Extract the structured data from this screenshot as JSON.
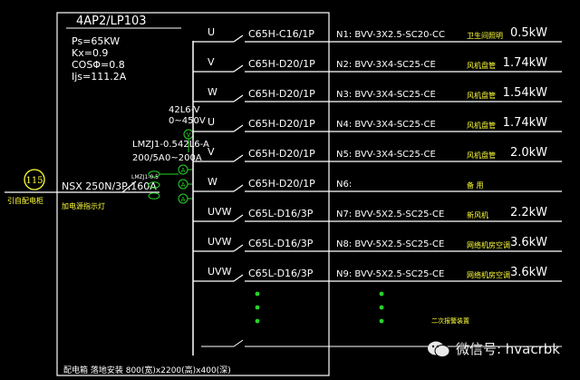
{
  "panel": {
    "id": "4AP2/LP103",
    "params": [
      "Ps=65KW",
      "Kx=0.9",
      "COSΦ=0.8",
      "Ijs=111.2A"
    ],
    "incoming_number": "115",
    "incoming_label": "引自配电柜",
    "main_breaker": "NSX 250N/3P,160A",
    "main_breaker_note": "加电源指示灯",
    "voltmeter": [
      "42L6-V",
      "0~450V"
    ],
    "ammeter": [
      "LMZJ1-0.5",
      "42L6-A",
      "200/5A",
      "0~200A"
    ],
    "ct_label": "LMZJ1-0.5",
    "cabinet_size": "配电箱  落地安装 800(宽)x2200(高)x400(深)",
    "meter_symbols": {
      "v": "V",
      "a": "A"
    }
  },
  "circuits": [
    {
      "phase": "U",
      "breaker": "C65H-C16/1P",
      "cable": "N1: BVV-3X2.5-SC20-CC",
      "load": "卫生间照明",
      "power": "0.5kW"
    },
    {
      "phase": "V",
      "breaker": "C65H-D20/1P",
      "cable": "N2: BVV-3X4-SC25-CE",
      "load": "风机盘管",
      "power": "1.74kW"
    },
    {
      "phase": "W",
      "breaker": "C65H-D20/1P",
      "cable": "N3: BVV-3X4-SC25-CE",
      "load": "风机盘管",
      "power": "1.54kW"
    },
    {
      "phase": "U",
      "breaker": "C65H-D20/1P",
      "cable": "N4: BVV-3X4-SC25-CE",
      "load": "风机盘管",
      "power": "1.74kW"
    },
    {
      "phase": "V",
      "breaker": "C65H-D20/1P",
      "cable": "N5: BVV-3X4-SC25-CE",
      "load": "风机盘管",
      "power": "2.0kW"
    },
    {
      "phase": "W",
      "breaker": "C65H-D20/1P",
      "cable": "N6:",
      "load": "备  用",
      "power": ""
    },
    {
      "phase": "UVW",
      "breaker": "C65L-D16/3P",
      "cable": "N7: BVV-5X2.5-SC25-CE",
      "load": "新风机",
      "power": "2.2kW"
    },
    {
      "phase": "UVW",
      "breaker": "C65L-D16/3P",
      "cable": "N8: BVV-5X2.5-SC25-CE",
      "load": "网络机房空调",
      "power": "3.6kW"
    },
    {
      "phase": "UVW",
      "breaker": "C65L-D16/3P",
      "cable": "N9: BVV-5X2.5-SC25-CE",
      "load": "网络机房空调",
      "power": "3.6kW"
    }
  ],
  "ellipsis_note": "二次报警装置",
  "watermark": "微信号: hvacrbk",
  "colors": {
    "background": "#000000",
    "wire": "#ffffff",
    "breaker_text": "#ffffff",
    "green": "#27d32a",
    "yellow": "#ffff3c",
    "frame": "#ffffff"
  }
}
